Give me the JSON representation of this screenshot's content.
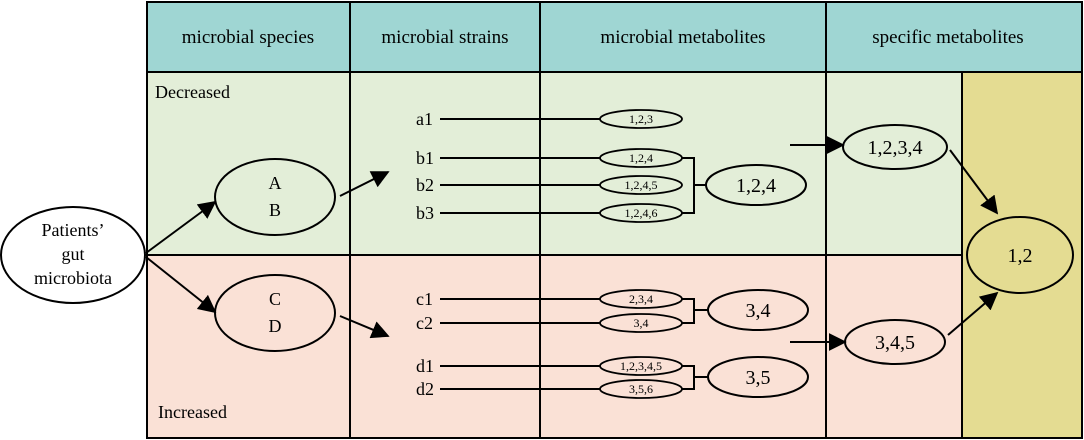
{
  "headers": [
    "microbial species",
    "microbial strains",
    "microbial metabolites",
    "specific metabolites"
  ],
  "regions": {
    "decreased": "Decreased",
    "increased": "Increased"
  },
  "source": {
    "line1": "Patients’",
    "line2": "gut",
    "line3": "microbiota"
  },
  "species": {
    "decreased": [
      "A",
      "B"
    ],
    "increased": [
      "C",
      "D"
    ]
  },
  "strains": [
    "a1",
    "b1",
    "b2",
    "b3",
    "c1",
    "c2",
    "d1",
    "d2"
  ],
  "metabolites": [
    "1,2,3",
    "1,2,4",
    "1,2,4,5",
    "1,2,4,6",
    "2,3,4",
    "3,4",
    "1,2,3,4,5",
    "3,5,6"
  ],
  "groups": [
    "1,2,4",
    "3,4",
    "3,5"
  ],
  "specific": [
    "1,2,3,4",
    "3,4,5"
  ],
  "final": "1,2",
  "colors": {
    "header": "#9fd6d3",
    "decreased": "#e3eed8",
    "increased": "#fae1d6",
    "final": "#e4dc92",
    "border": "#000000"
  }
}
